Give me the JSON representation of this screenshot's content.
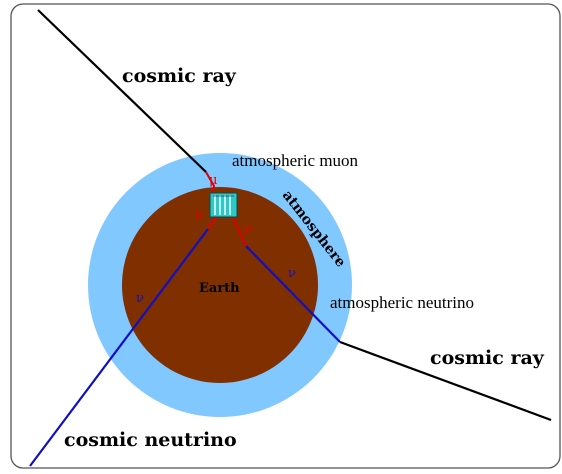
{
  "labels": {
    "cosmic_ray_top": "cosmic ray",
    "cosmic_ray_right": "cosmic ray",
    "atmospheric_muon": "atmospheric muon",
    "atmosphere": "atmosphere",
    "earth": "Earth",
    "atmospheric_neutrino": "atmospheric neutrino",
    "cosmic_neutrino": "cosmic neutrino"
  },
  "symbols": {
    "mu": "μ",
    "nu": "ν"
  },
  "colors": {
    "earth": "#7f2f00",
    "atmosphere": "#80c8ff",
    "detector": "#2fc8c8",
    "cosmic_ray_line": "#000000",
    "muon_line": "#e00000",
    "neutrino_line": "#1010c0",
    "frame": "#555555"
  }
}
